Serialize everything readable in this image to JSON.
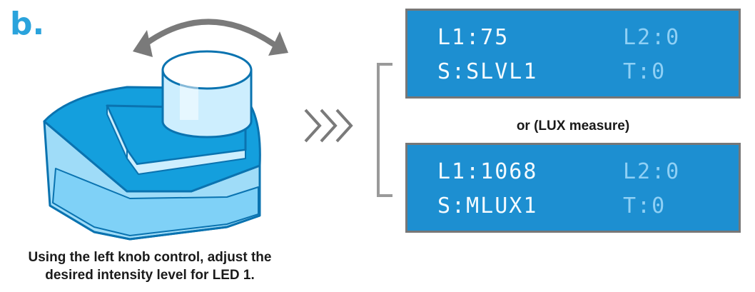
{
  "panel_label": "b.",
  "lcd_top": {
    "row1_left": "L1:75",
    "row1_right": "L2:0",
    "row2_left": "S:SLVL1",
    "row2_right": "T:0"
  },
  "alternative_label": "or (LUX measure)",
  "lcd_bottom": {
    "row1_left": "L1:1068",
    "row1_right": "L2:0",
    "row2_left": "S:MLUX1",
    "row2_right": "T:0"
  },
  "caption_line1": "Using the left knob control, adjust the",
  "caption_line2": "desired intensity level for LED 1.",
  "colors": {
    "accent": "#2aa3dc",
    "lcd_background": "#1d8fd1",
    "lcd_text": "#f4fbff",
    "lcd_text_dim": "#8fd0f5",
    "device_light": "#cdeefe",
    "device_mid": "#7fd1f7",
    "device_dark": "#149fdd",
    "arrow_gray": "#7a7a7a"
  },
  "icons": [
    "rotate-arrow-icon",
    "chevrons-right-icon"
  ]
}
